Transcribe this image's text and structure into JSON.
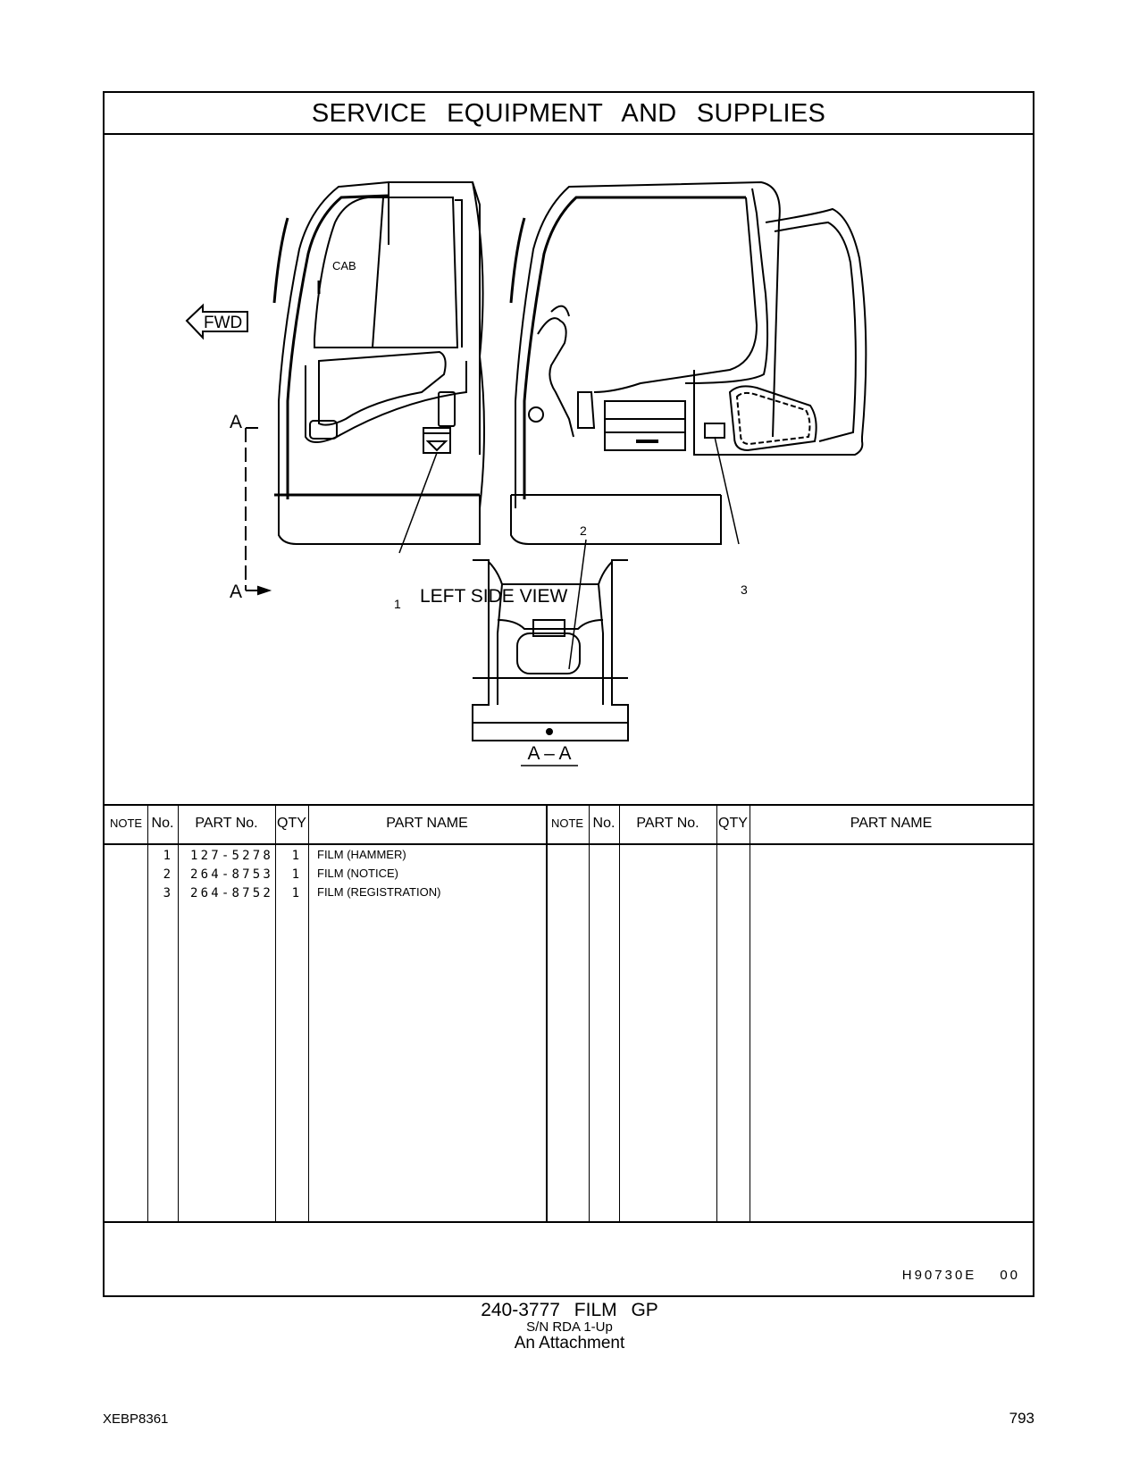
{
  "header": {
    "title": "SERVICE EQUIPMENT AND SUPPLIES"
  },
  "drawing": {
    "cab_label": "CAB",
    "fwd_label": "FWD",
    "section_mark": "A",
    "side_view_caption": "LEFT SIDE VIEW",
    "section_caption": "A – A",
    "callouts": [
      "1",
      "2",
      "3"
    ]
  },
  "table": {
    "headers": {
      "note": "NOTE",
      "no": "No.",
      "part_no": "PART No.",
      "qty": "QTY",
      "part_name": "PART NAME"
    },
    "rows": [
      {
        "no": "1",
        "part_no": "127-5278",
        "qty": "1",
        "part_name": "FILM (HAMMER)"
      },
      {
        "no": "2",
        "part_no": "264-8753",
        "qty": "1",
        "part_name": "FILM (NOTICE)"
      },
      {
        "no": "3",
        "part_no": "264-8752",
        "qty": "1",
        "part_name": "FILM (REGISTRATION)"
      }
    ],
    "code": "H90730E",
    "code_suffix": "00"
  },
  "footer": {
    "group_title": "240-3777 FILM GP",
    "serial": "S/N RDA 1-Up",
    "attachment": "An Attachment",
    "doc_id": "XEBP8361",
    "page_number": "793"
  }
}
